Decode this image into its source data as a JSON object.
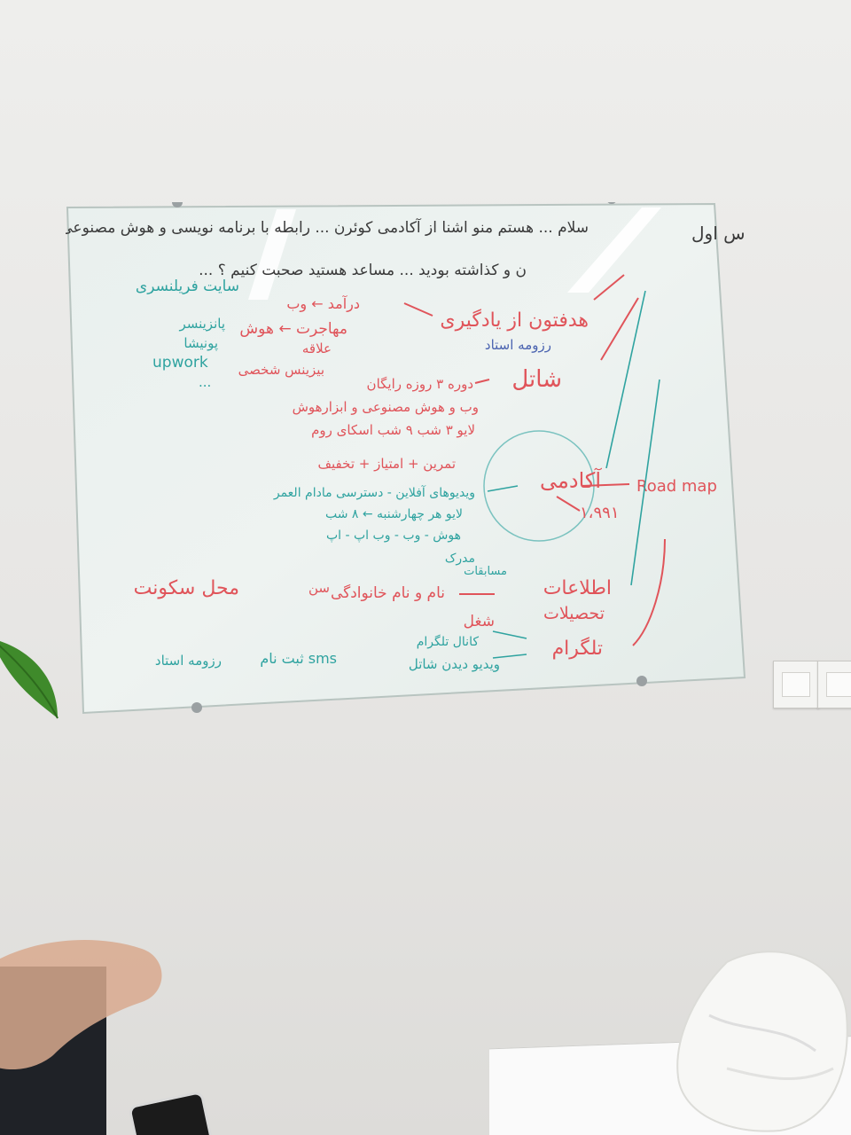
{
  "board": {
    "line1_a": "تماس اول",
    "line1_b": "سلام ... هستم منو اشنا از آکادمی کوئرن ... رابطه با برنامه نویسی و هوش مصنوعی",
    "line2": "... ن و کذاشته بودید ... مساعد هستید صحبت کنیم ؟",
    "left_title": "سایت فریلنسری",
    "left_items": [
      "پانزینسر",
      "پونیشا",
      "upwork",
      "..."
    ],
    "item2": "هدفتون از یادگیری",
    "item2_sub": [
      "درآمد ← وب",
      "مهاجرت ← هوش",
      "علاقه",
      "بیزینس شخصی"
    ],
    "item3": "رزومه استاد",
    "item4": "شاتل",
    "item4_sub": [
      "دوره ۳ روزه رایگان",
      "وب و هوش مصنوعی و ابزارهوش",
      "لایو ۳ شب ۹ شب اسکای روم",
      "تمرین + امتیاز + تخفیف"
    ],
    "item5": "آکادمی",
    "item5_right": "Road map",
    "item5_num": "۱،۹۹۱",
    "item5_sub": [
      "ویدیوهای آفلاین - دسترسی مادام العمر",
      "لایو هر چهارشنبه ← ۸ شب",
      "هوش - وب - وب اپ - اپ",
      "مدرک",
      "مسابقات"
    ],
    "item6": "اطلاعات",
    "item6_sub": [
      "نام و نام خانوادگی",
      "سن",
      "محل سکونت"
    ],
    "item6b": "تحصیلات",
    "item6c": "شغل",
    "item7": "تلگرام",
    "item7_sub": [
      "کانال تلگرام",
      "ویدیو دیدن شاتل",
      "ثبت نام sms",
      "رزومه استاد"
    ]
  }
}
